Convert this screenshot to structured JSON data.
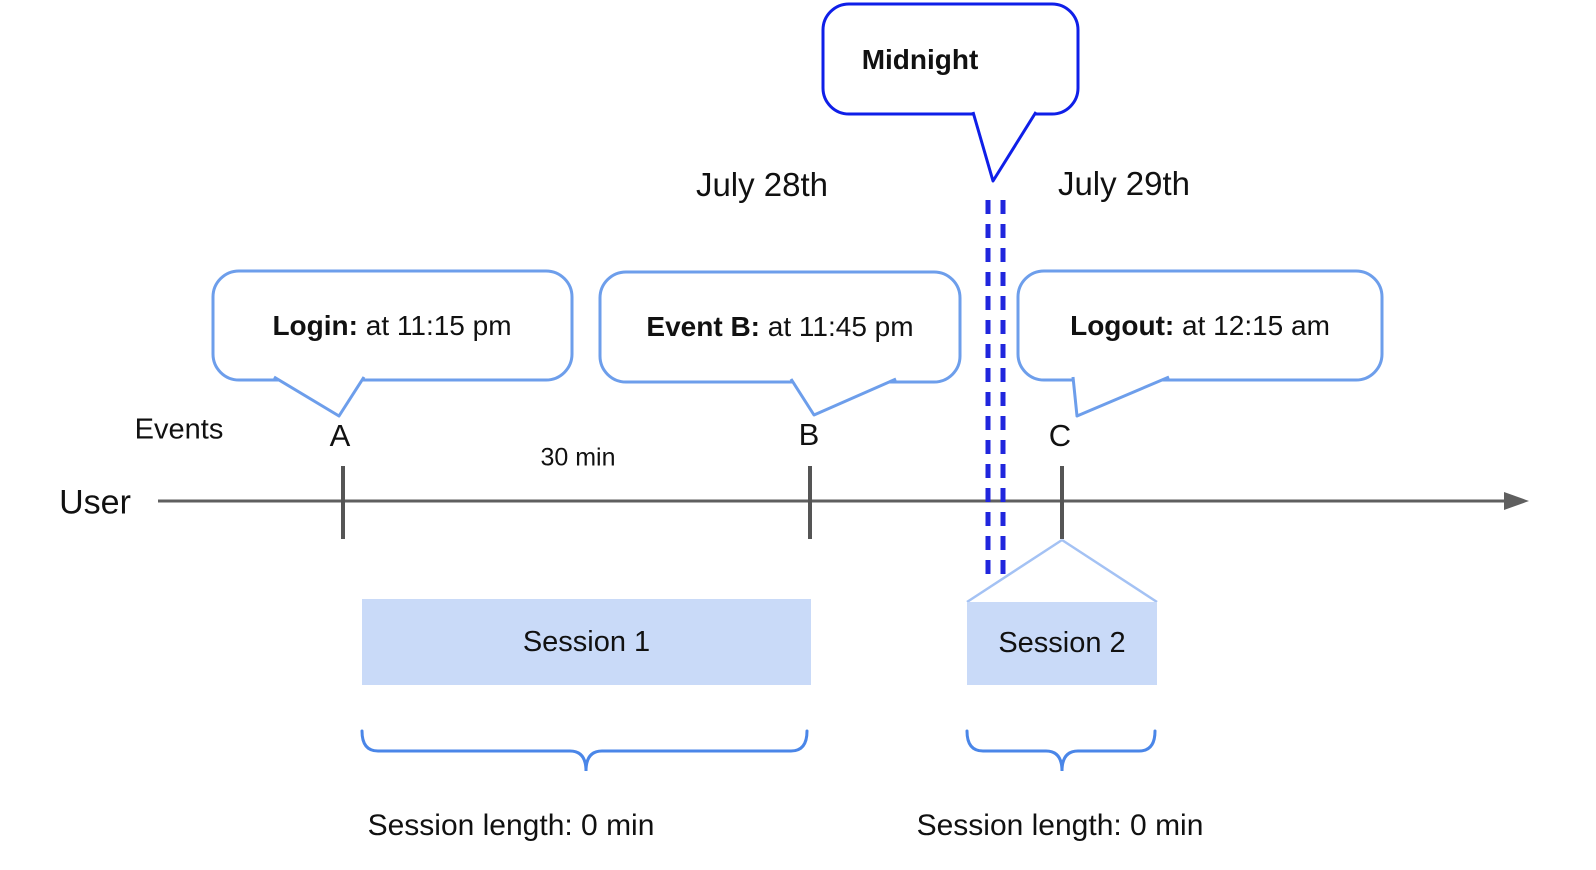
{
  "colors": {
    "midnight_border": "#0f1fe8",
    "midnight_dash": "#2026dd",
    "callout_border": "#6d9eeb",
    "brace": "#4a86e8",
    "funnel": "#a4c2f4",
    "session_fill": "#c9daf8",
    "axis_gray": "#5f5f5f"
  },
  "midnight_callout": {
    "label": "Midnight"
  },
  "dates": {
    "before": "July 28th",
    "after": "July 29th"
  },
  "callouts": {
    "login": {
      "title": "Login:",
      "detail": " at 11:15 pm"
    },
    "event_b": {
      "title": "Event B:",
      "detail": " at 11:45 pm"
    },
    "logout": {
      "title": "Logout:",
      "detail": " at 12:15 am"
    }
  },
  "timeline": {
    "row_label": "User",
    "events_label": "Events",
    "interval_label": "30 min",
    "markers": {
      "a": "A",
      "b": "B",
      "c": "C"
    }
  },
  "sessions": {
    "one": {
      "label": "Session 1",
      "length": "Session length: 0 min"
    },
    "two": {
      "label": "Session 2",
      "length": "Session length: 0 min"
    }
  }
}
